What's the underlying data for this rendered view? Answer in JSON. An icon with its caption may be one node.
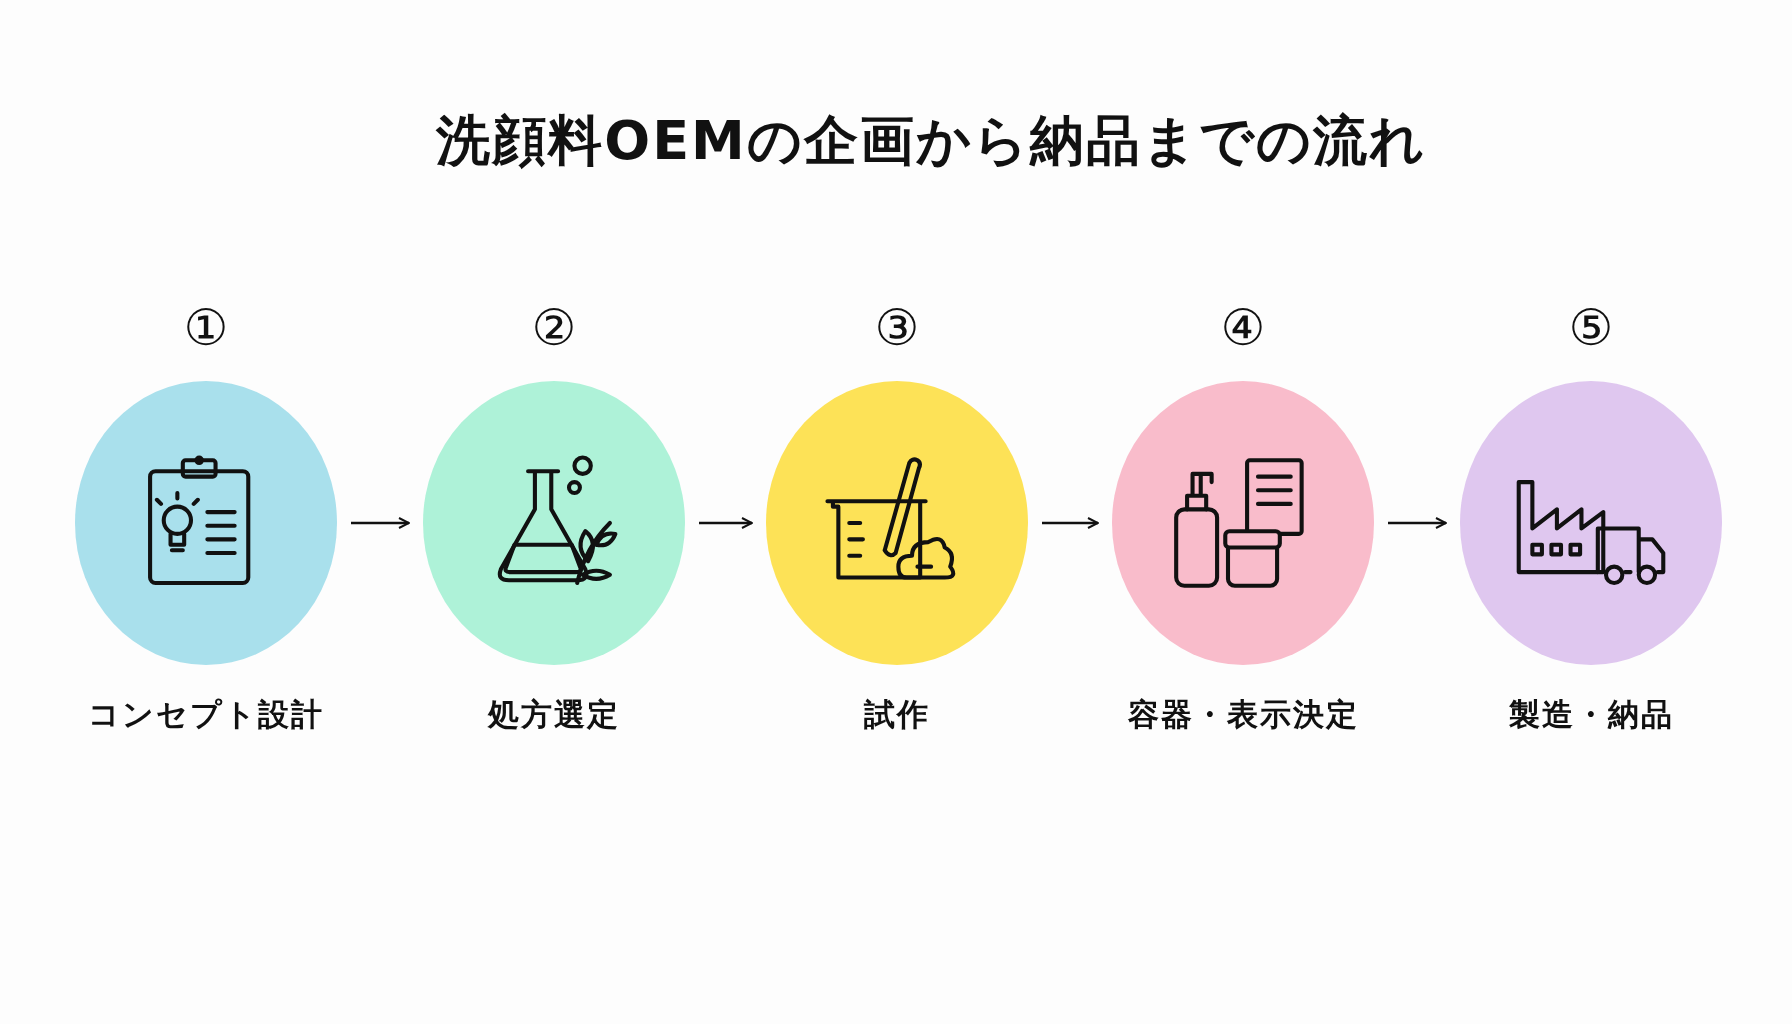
{
  "diagram": {
    "title": "洗顔料OEMの企画から納品までの流れ",
    "nodes": [
      {
        "text": [
          "①",
          "コンセプト設計"
        ]
      },
      {
        "text": [
          "②",
          "処方選定"
        ]
      },
      {
        "text": [
          "③",
          "試作"
        ]
      },
      {
        "text": [
          "④",
          "容器・表示決定"
        ]
      },
      {
        "text": [
          "⑤",
          "製造・納品"
        ]
      }
    ],
    "edges": [
      {
        "from": 0,
        "to": 1,
        "arrow": "to"
      },
      {
        "from": 1,
        "to": 2,
        "arrow": "to"
      },
      {
        "from": 2,
        "to": 3,
        "arrow": "to"
      },
      {
        "from": 3,
        "to": 4,
        "arrow": "to"
      }
    ]
  }
}
